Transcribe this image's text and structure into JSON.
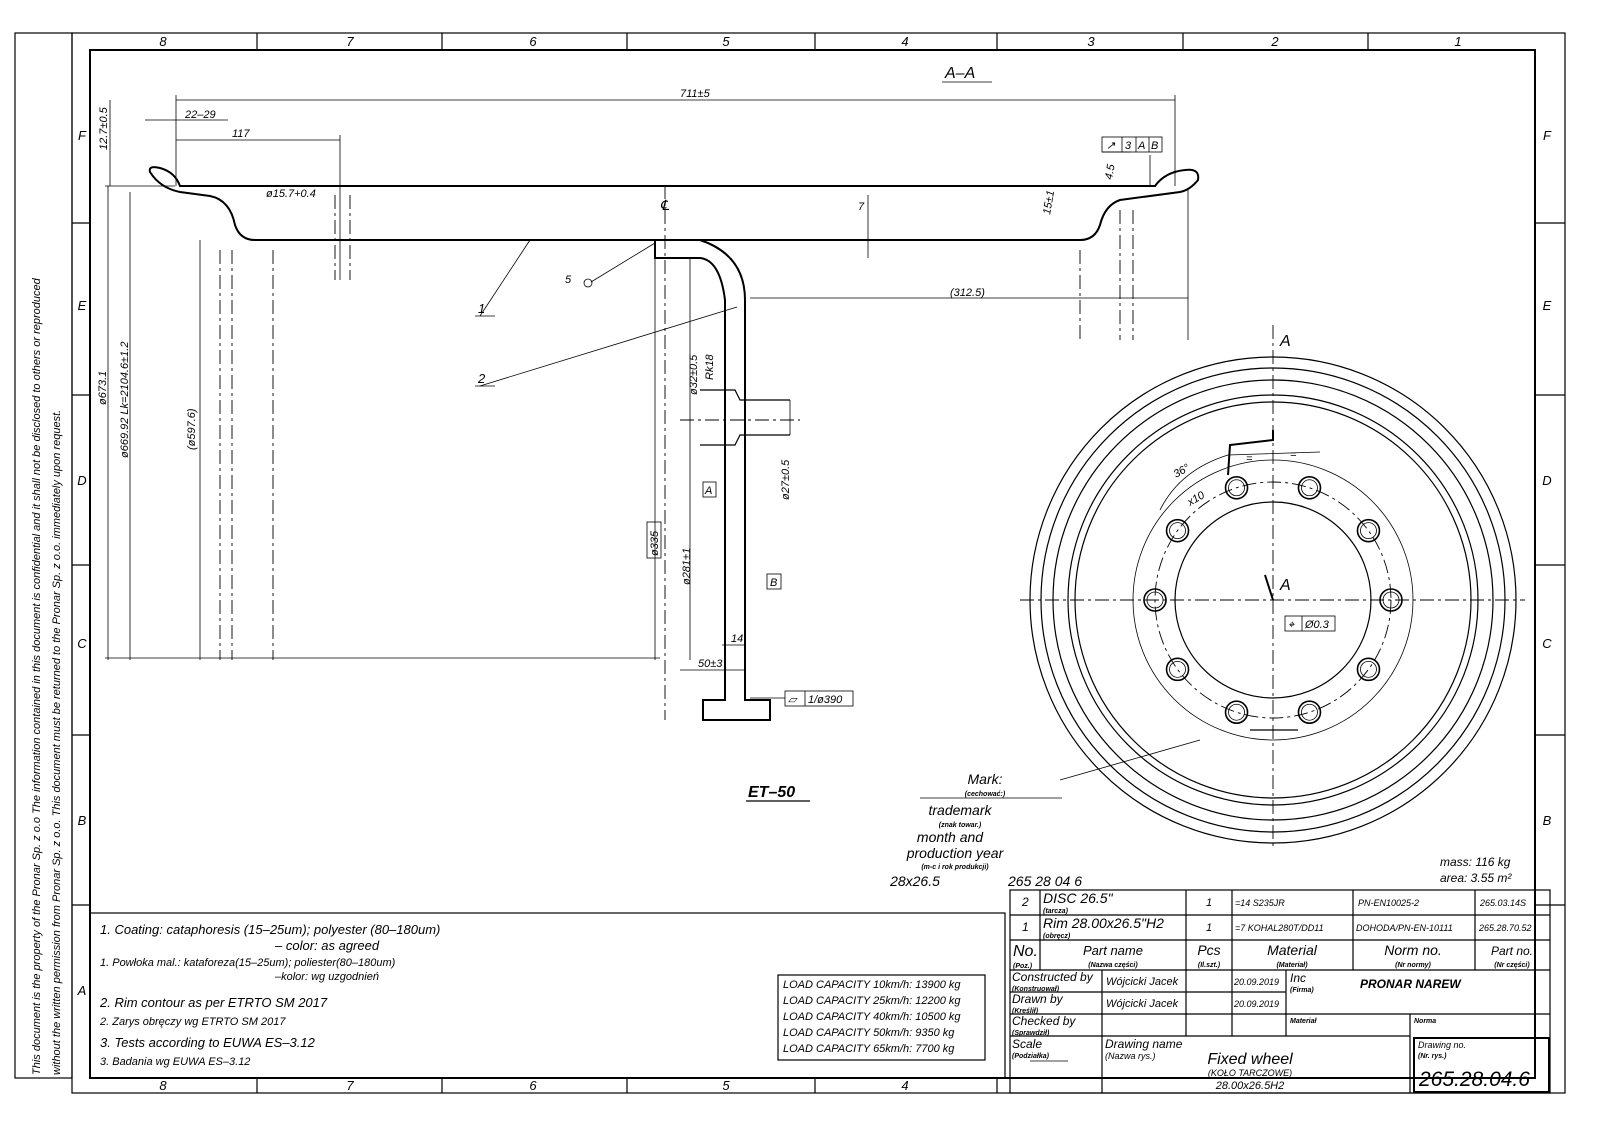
{
  "border": {
    "columns": [
      "8",
      "7",
      "6",
      "5",
      "4",
      "3",
      "2",
      "1"
    ],
    "bottom_columns": [
      "8",
      "7",
      "6",
      "5",
      "4"
    ],
    "rows": [
      "F",
      "E",
      "D",
      "C",
      "B",
      "A"
    ]
  },
  "side_notice": [
    "This document is the property of the Pronar Sp. z o.o The information contained in this document is confidential and it shall not be disclosed to others or reproduced",
    "without the written permission from Pronar Sp. z o.o. This document must be returned to the Pronar Sp. z o.o. immediately upon request."
  ],
  "section_view": {
    "title": "A–A",
    "dim_overall": "711±5",
    "dim_22_29": "22–29",
    "dim_117": "117",
    "dim_12_7": "12.7±0.5",
    "dim_hole": "ø15.7+0.4",
    "centerline": "℄",
    "dim_7": "7",
    "dim_15": "15±1",
    "dim_4_5": "4.5",
    "gdt_runout": [
      "↗",
      "3",
      "A",
      "B"
    ],
    "dim_312": "(312.5)",
    "callout_1": "1",
    "callout_2": "2",
    "weld_5": "5",
    "dim_673": "ø673.1",
    "dim_669": "ø669.92  Lk=2104.6±1.2",
    "dim_597": "(ø597.6)",
    "dim_32": "ø32±0.5",
    "dim_rk18": "Rk18",
    "dim_27": "ø27±0.5",
    "datum_a": "A",
    "dim_335": "ø335",
    "dim_281": "ø281±1",
    "datum_b": "B",
    "dim_14": "14",
    "dim_50": "50±3",
    "gdt_flatness": [
      "▱",
      "1/ø390"
    ],
    "et": "ET–50"
  },
  "marking": {
    "mark": "Mark:",
    "mark_pl": "(cechować:)",
    "trademark": "trademark",
    "trademark_pl": "(znak towar.)",
    "month": "month and",
    "production": "production year",
    "production_pl": "(m-c i rok produkcji)",
    "size": "28x26.5",
    "code": "265 28 04 6"
  },
  "front_view": {
    "section_a_top": "A",
    "section_a_center": "A",
    "angle": "36°",
    "count": "x10",
    "gdt_position": [
      "⌖",
      "Ø0.3"
    ],
    "eq1": "=",
    "eq2": "="
  },
  "properties": {
    "mass": "mass:  116 kg",
    "area": "area:  3.55 m²"
  },
  "notes": [
    "1. Coating:  cataphoresis (15–25um);  polyester  (80–180um)",
    "– color:  as agreed",
    "1. Powłoka mal.:  kataforeza(15–25um);  poliester(80–180um)",
    "–kolor:  wg uzgodnień",
    "2. Rim contour as per ETRTO SM 2017",
    "2. Zarys obręczy wg ETRTO SM 2017",
    "3. Tests according to EUWA ES–3.12",
    "3. Badania wg EUWA ES–3.12"
  ],
  "load_capacity": [
    "LOAD CAPACITY 10km/h:  13900 kg",
    "LOAD CAPACITY 25km/h:  12200 kg",
    "LOAD CAPACITY 40km/h:  10500 kg",
    "LOAD CAPACITY 50km/h:  9350 kg",
    "LOAD CAPACITY 65km/h:  7700 kg"
  ],
  "title_block": {
    "parts": [
      {
        "no": "2",
        "name": "DISC 26.5\"",
        "name_pl": "(tarcza)",
        "pcs": "1",
        "material": "=14 S235JR",
        "norm": "PN-EN10025-2",
        "part_no": "265.03.14S"
      },
      {
        "no": "1",
        "name": "Rim 28.00x26.5\"H2",
        "name_pl": "(obręcz)",
        "pcs": "1",
        "material": "=7 KOHAL280T/DD11",
        "norm": "DOHODA/PN-EN-10111",
        "part_no": "265.28.70.52"
      }
    ],
    "headers": {
      "no": "No.",
      "no_pl": "(Poz.)",
      "name": "Part name",
      "name_pl": "(Nazwa części)",
      "pcs": "Pcs",
      "pcs_pl": "(Il.szt.)",
      "material": "Material",
      "material_pl": "(Materiał)",
      "norm": "Norm no.",
      "norm_pl": "(Nr normy)",
      "part_no": "Part no.",
      "part_no_pl": "(Nr części)"
    },
    "constructed_by": "Constructed by",
    "constructed_by_pl": "(Konstruował)",
    "constructor": "Wójcicki Jacek",
    "constructed_date": "20.09.2019",
    "drawn_by": "Drawn by",
    "drawn_by_pl": "(Kreślił)",
    "drafter": "Wójcicki Jacek",
    "drawn_date": "20.09.2019",
    "checked_by": "Checked by",
    "checked_by_pl": "(Sprawdził)",
    "inc": "Inc",
    "inc_pl": "(Firma)",
    "company": "PRONAR NAREW",
    "material_label": "Materiał",
    "norma_label": "Norma",
    "scale": "Scale",
    "scale_pl": "(Podziałka)",
    "drawing_name_label": "Drawing name",
    "drawing_name_pl": "(Nazwa rys.)",
    "drawing_name": "Fixed wheel",
    "drawing_name_sub": "(KOŁO TARCZOWE)",
    "drawing_name_size": "28.00x26.5H2",
    "drawing_no_label": "Drawing no.",
    "drawing_no_pl": "(Nr. rys.)",
    "drawing_no": "265.28.04.6"
  }
}
